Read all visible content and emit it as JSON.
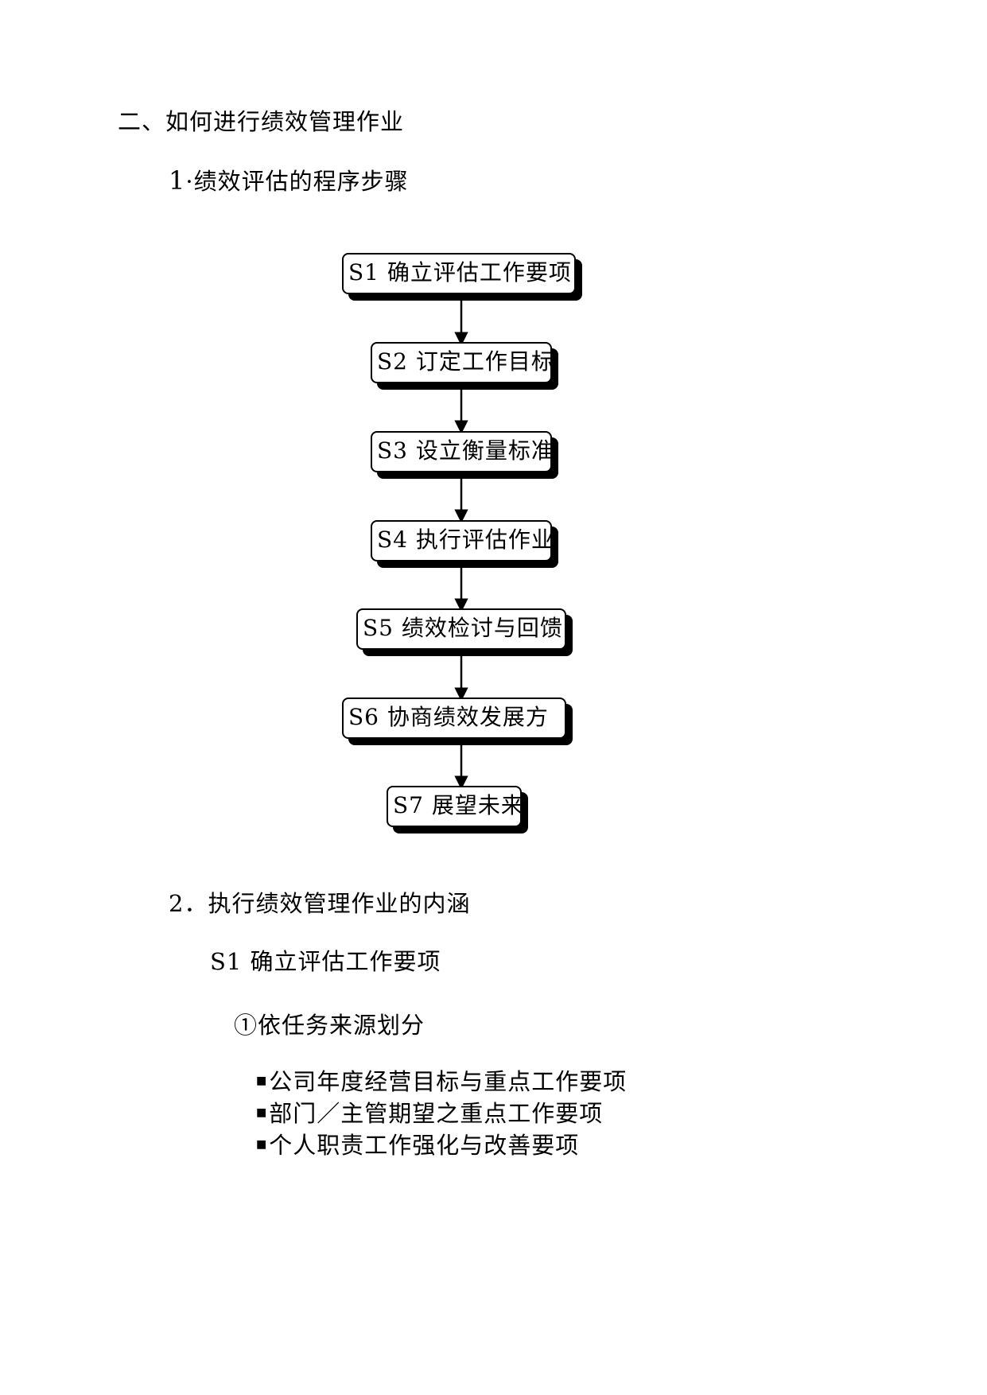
{
  "headings": {
    "main": "二、如何进行绩效管理作业",
    "sub_num": "1",
    "sub_text": "·绩效评估的程序步骤"
  },
  "flow_steps": [
    "S1 确立评估工作要项",
    "S2 订定工作目标",
    "S3 设立衡量标准",
    "S4 执行评估作业",
    "S5 绩效检讨与回馈",
    "S6 协商绩效发展方",
    "S7 展望未来"
  ],
  "section2": {
    "title": "2．执行绩效管理作业的内涵",
    "s1_heading": "S1 确立评估工作要项",
    "sub_heading": "①依任务来源划分",
    "bullet_symbol": "■",
    "bullets": [
      "公司年度经营目标与重点工作要项",
      "部门／主管期望之重点工作要项",
      "个人职责工作强化与改善要项"
    ]
  }
}
